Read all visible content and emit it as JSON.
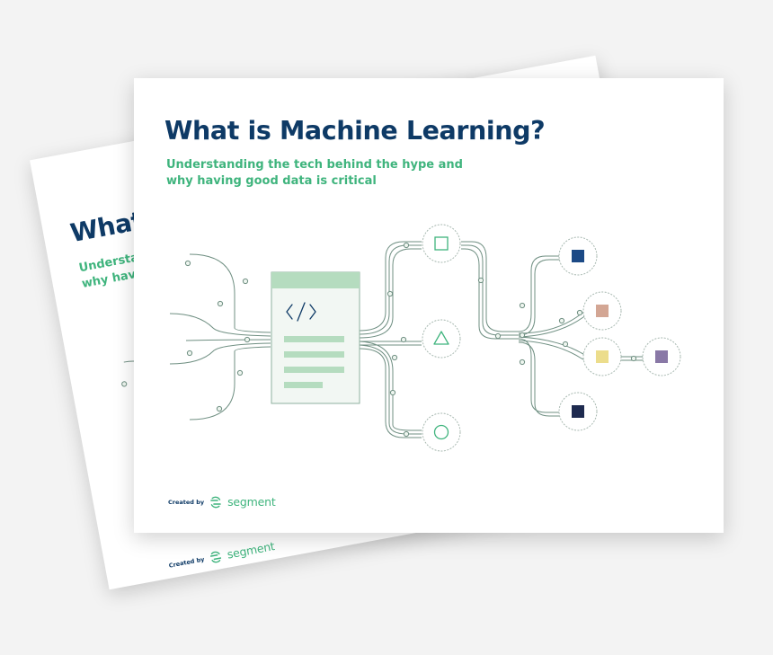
{
  "document": {
    "title": "What is Machine Learning?",
    "subtitle_line1": "Understanding the tech behind the hype and",
    "subtitle_line2": "why having good data is critical",
    "credit_label": "Created by",
    "brand_name": "segment"
  },
  "back_page": {
    "title_visible": "What",
    "subtitle_line1_visible": "Understa",
    "subtitle_line2_visible": "why havi"
  },
  "colors": {
    "title": "#0e3a66",
    "accent_green": "#3fb47d",
    "line": "#6f8f82",
    "node_square_navy": "#1c4a86",
    "node_square_rose": "#d3a694",
    "node_square_yellow": "#ecdd8c",
    "node_square_purple": "#8978a6",
    "node_square_dark": "#1e2a4f"
  },
  "icons": {
    "code_symbol": "</>",
    "brand_icon": "segment-logo-icon"
  }
}
